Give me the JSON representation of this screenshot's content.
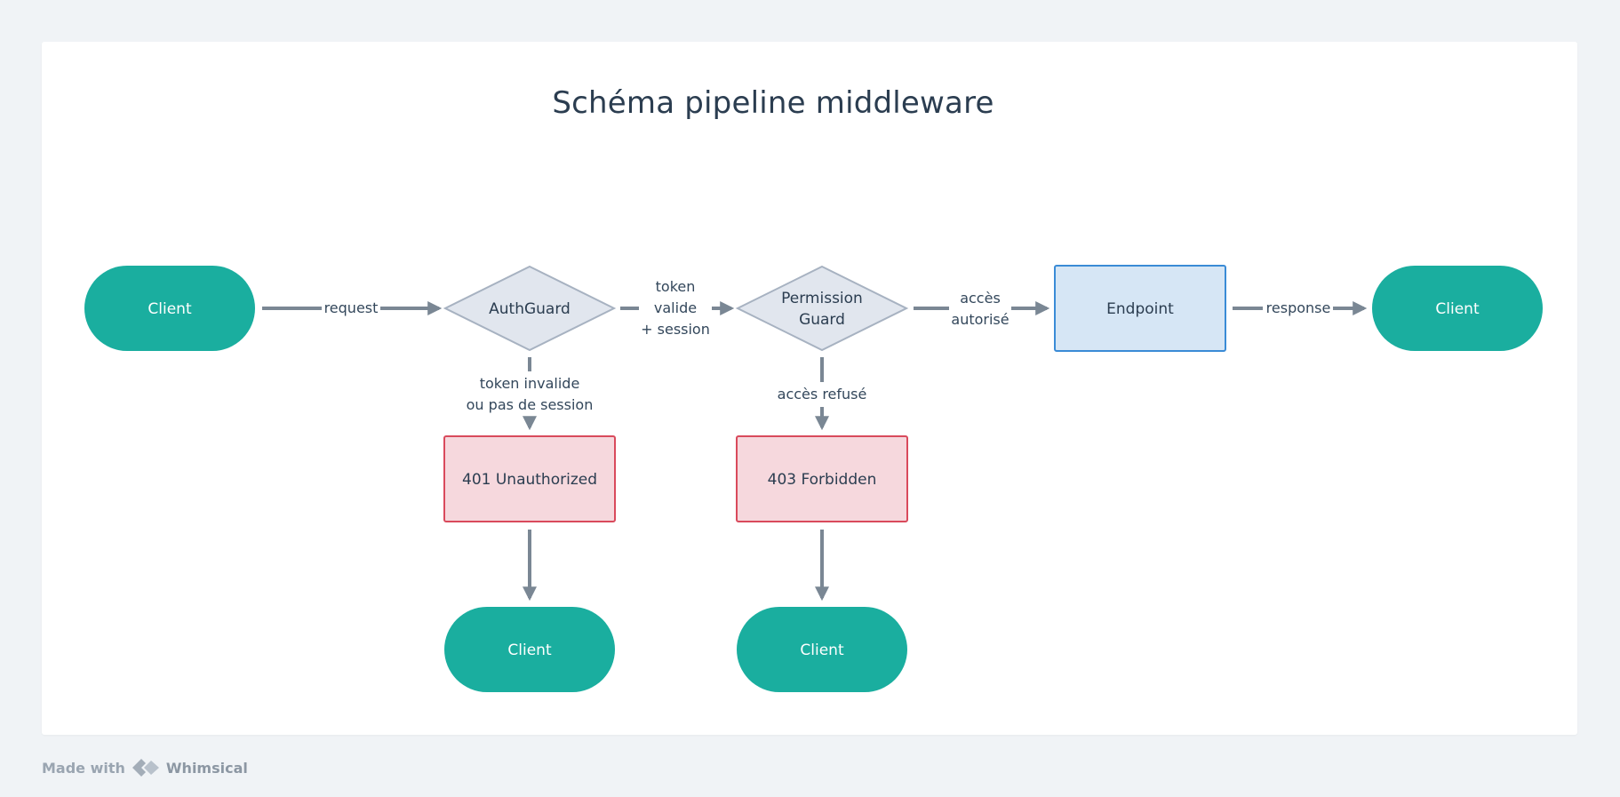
{
  "title": "Schéma pipeline middleware",
  "nodes": {
    "client_start": "Client",
    "authguard": "AuthGuard",
    "permission_guard": [
      "Permission",
      "Guard"
    ],
    "endpoint": "Endpoint",
    "client_end": "Client",
    "unauthorized": "401 Unauthorized",
    "forbidden": "403 Forbidden",
    "client_401": "Client",
    "client_403": "Client"
  },
  "edges": {
    "request": "request",
    "token_valid": [
      "token",
      "valide",
      "+ session"
    ],
    "access_granted": [
      "accès",
      "autorisé"
    ],
    "response": "response",
    "token_invalid": [
      "token invalide",
      "ou pas de session"
    ],
    "access_denied": "accès refusé"
  },
  "footer": {
    "made_with": "Made with",
    "brand": "Whimsical"
  },
  "colors": {
    "terminal": "#1aae9f",
    "decision_fill": "#e1e6ee",
    "decision_stroke": "#a7b2c1",
    "endpoint_fill": "#d6e6f5",
    "endpoint_stroke": "#3a8bd6",
    "error_fill": "#f6d8dd",
    "error_stroke": "#d94a5c",
    "edge": "#7a8794"
  }
}
